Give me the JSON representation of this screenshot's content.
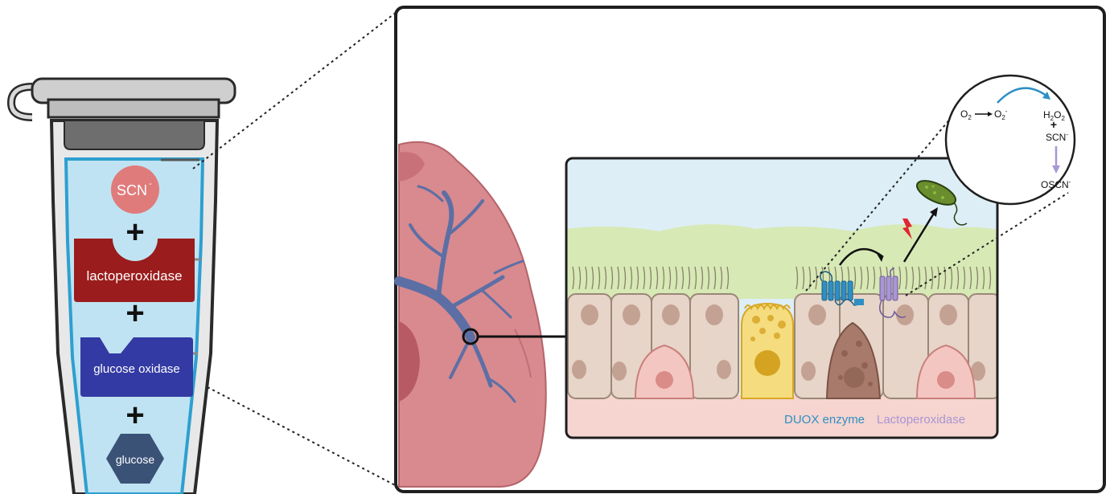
{
  "tube": {
    "scn_label": "SCN",
    "scn_charge": "-",
    "plus": "+",
    "lactoperoxidase_label": "lactoperoxidase",
    "glucose_oxidase_label": "glucose oxidase",
    "glucose_label": "glucose"
  },
  "legend": {
    "duox_label": "DUOX enzyme",
    "lpo_label": "Lactoperoxidase",
    "duox_color": "#2f8fc4",
    "lpo_color": "#a996d4"
  },
  "reaction": {
    "o2": "O",
    "o2_sub": "2",
    "superoxide": "O",
    "superoxide_sub": "2",
    "superoxide_sup": "-",
    "h2o2_h": "H",
    "h2o2_sub1": "2",
    "h2o2_o": "O",
    "h2o2_sub2": "2",
    "plus": "+",
    "scn": "SCN",
    "scn_sup": "-",
    "oscn": "OSCN",
    "oscn_sup": "-"
  },
  "colors": {
    "scn_circle": "#e07b7b",
    "lactoperoxidase": "#9b1c1c",
    "glucose_oxidase": "#333aa3",
    "glucose": "#3b5277",
    "tube_liquid": "#bfe3f2",
    "tube_outline": "#2e9fd0"
  }
}
